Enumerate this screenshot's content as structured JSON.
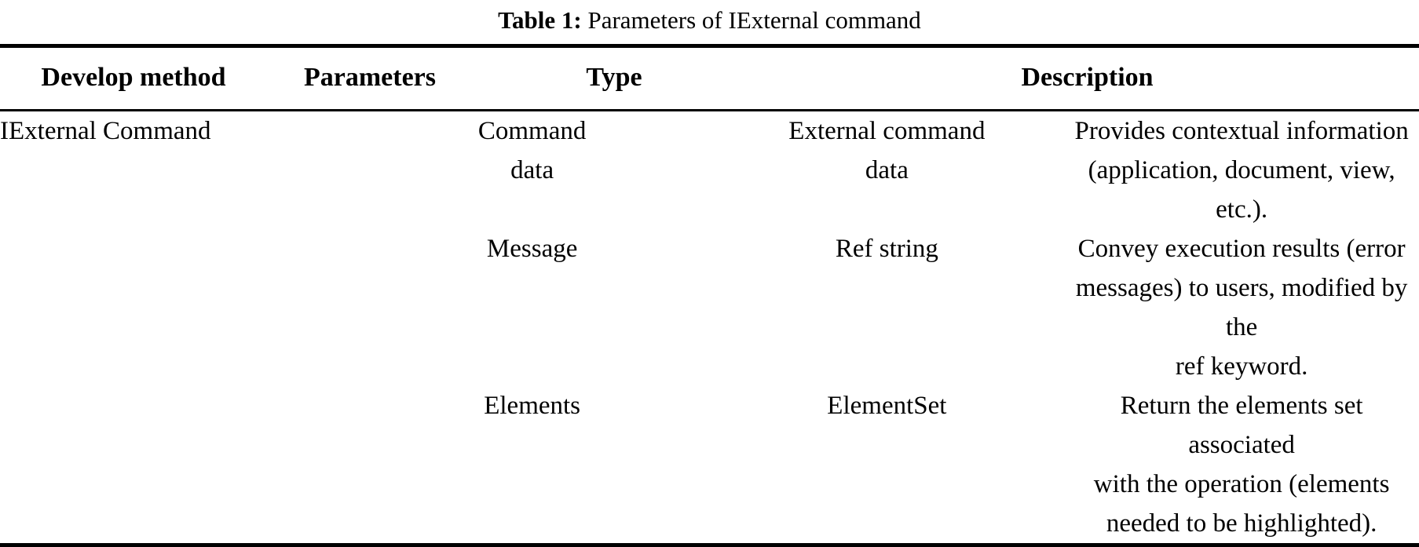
{
  "caption": {
    "label": "Table 1:",
    "text": "Parameters of IExternal command"
  },
  "table": {
    "columns": [
      {
        "key": "develop_method",
        "label": "Develop method",
        "align": "left"
      },
      {
        "key": "parameters",
        "label": "Parameters",
        "align": "center"
      },
      {
        "key": "type",
        "label": "Type",
        "align": "center"
      },
      {
        "key": "description",
        "label": "Description",
        "align": "center"
      }
    ],
    "group_label": "IExternal Command",
    "rows": [
      {
        "parameters": "Command data",
        "parameters_lines": [
          "Command",
          "data"
        ],
        "type": "External command data",
        "type_lines": [
          "External command",
          "data"
        ],
        "description": "Provides contextual information (application, document, view, etc.).",
        "description_lines": [
          "Provides contextual information",
          "(application, document, view, etc.)."
        ]
      },
      {
        "parameters": "Message",
        "parameters_lines": [
          "Message"
        ],
        "type": "Ref string",
        "type_lines": [
          "Ref string"
        ],
        "description": "Convey execution results (error messages) to users, modified by the ref keyword.",
        "description_lines": [
          "Convey execution results (error",
          "messages) to users, modified by the",
          "ref keyword."
        ]
      },
      {
        "parameters": "Elements",
        "parameters_lines": [
          "Elements"
        ],
        "type": "ElementSet",
        "type_lines": [
          "ElementSet"
        ],
        "description": "Return the elements set associated with the operation (elements needed to be highlighted).",
        "description_lines": [
          "Return the elements set associated",
          "with the operation (elements",
          "needed to be highlighted)."
        ]
      }
    ]
  },
  "colors": {
    "text": "#000000",
    "background": "#ffffff",
    "rule": "#000000"
  }
}
